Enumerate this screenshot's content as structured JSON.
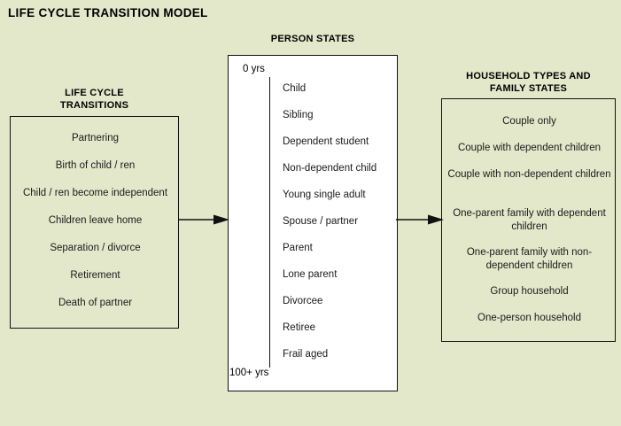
{
  "page": {
    "title": "LIFE CYCLE TRANSITION MODEL",
    "background_color": "#e3e8ca",
    "box_border_color": "#111111",
    "person_states_fill": "#ffffff"
  },
  "life_cycle": {
    "heading_line1": "LIFE CYCLE",
    "heading_line2": "TRANSITIONS",
    "items": [
      {
        "label": "Partnering"
      },
      {
        "label": "Birth of child / ren"
      },
      {
        "label": "Child / ren become independent"
      },
      {
        "label": "Children leave home"
      },
      {
        "label": "Separation / divorce"
      },
      {
        "label": "Retirement"
      },
      {
        "label": "Death of partner"
      }
    ]
  },
  "person_states": {
    "heading": "PERSON STATES",
    "age_start_label": "0 yrs",
    "age_end_label": "100+ yrs",
    "items": [
      {
        "label": "Child"
      },
      {
        "label": "Sibling"
      },
      {
        "label": "Dependent student"
      },
      {
        "label": "Non-dependent child"
      },
      {
        "label": "Young single adult"
      },
      {
        "label": "Spouse / partner"
      },
      {
        "label": "Parent"
      },
      {
        "label": "Lone parent"
      },
      {
        "label": "Divorcee"
      },
      {
        "label": "Retiree"
      },
      {
        "label": "Frail aged"
      }
    ]
  },
  "household": {
    "heading_line1": "HOUSEHOLD TYPES AND",
    "heading_line2": "FAMILY STATES",
    "items": [
      {
        "label": "Couple only"
      },
      {
        "label": "Couple with dependent children"
      },
      {
        "label": "Couple with non-dependent children"
      },
      {
        "label": "One-parent family with dependent children"
      },
      {
        "label": "One-parent family with non-dependent children"
      },
      {
        "label": "Group household"
      },
      {
        "label": "One-person household"
      }
    ]
  },
  "arrows": [
    {
      "name": "life-cycle-to-person-states",
      "direction": "right"
    },
    {
      "name": "person-states-to-household",
      "direction": "right"
    }
  ]
}
